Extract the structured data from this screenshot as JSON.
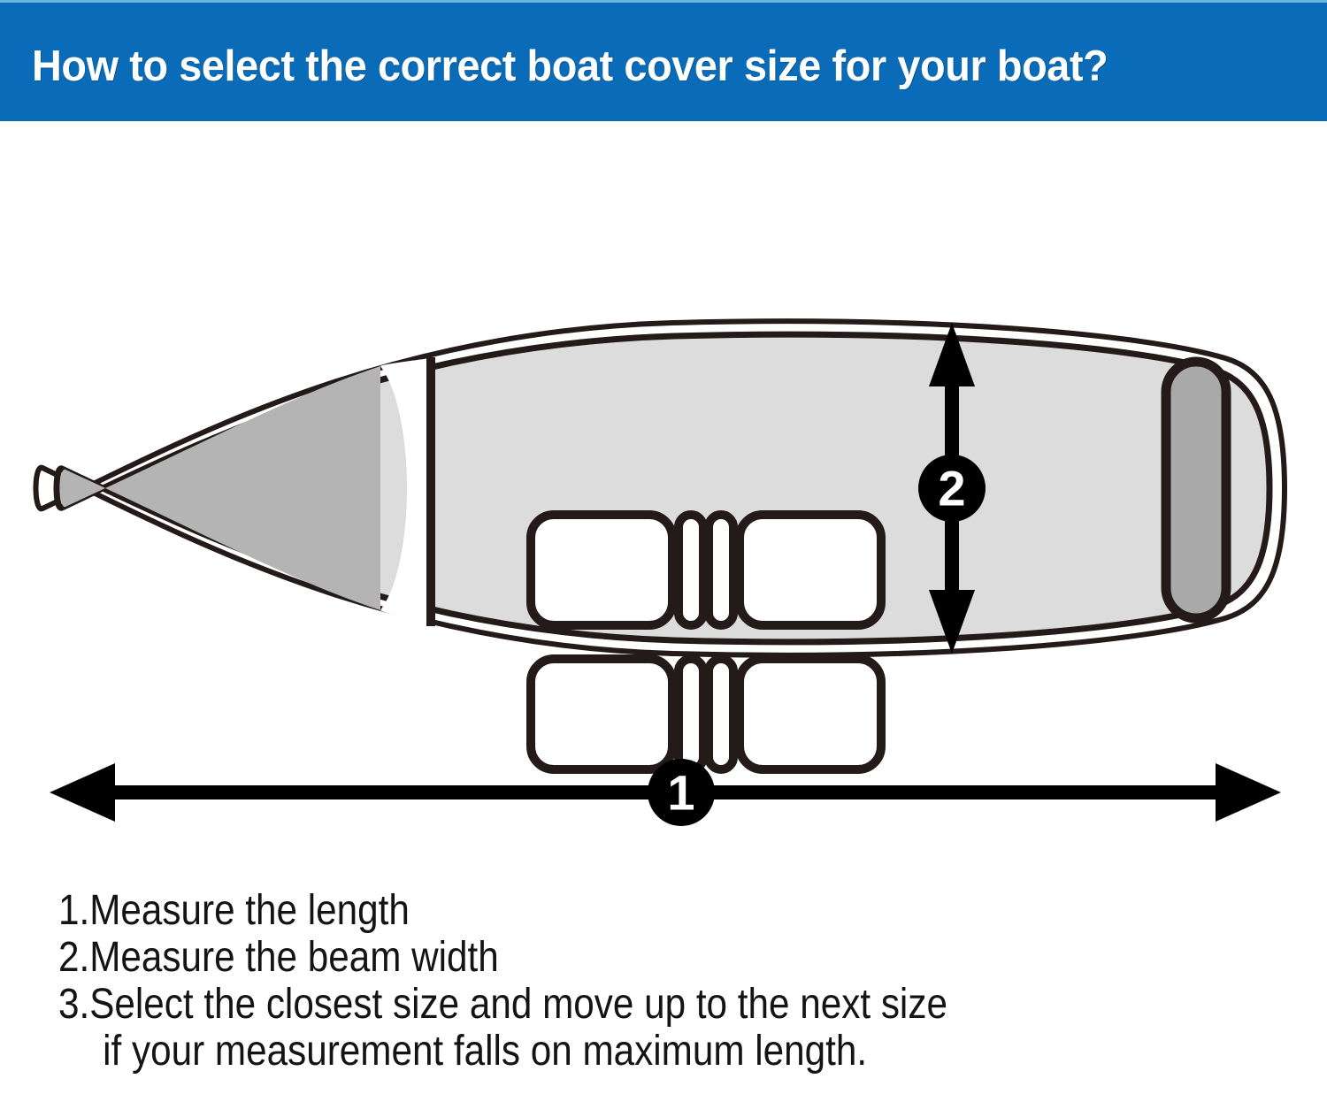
{
  "header": {
    "title": "How to select the correct boat cover size for your boat?",
    "background_color": "#0A6BB8",
    "text_color": "#FFFFFF",
    "top_rule_color": "#6FB4DC"
  },
  "diagram": {
    "name": "boat-top-view-measurement-diagram",
    "description": "Top-down outline drawing of a small open boat with bow at left and transom at right, showing two measurement arrows.",
    "colors": {
      "hull_fill": "#DCDCDC",
      "bow_deck_fill": "#B4B4B4",
      "stern_locker_fill": "#A9A9A9",
      "outline": "#231A19",
      "seat_fill": "#FFFFFF",
      "windshield_fill": "#FFFFFF",
      "arrow_color": "#000000",
      "badge_fill": "#000000",
      "badge_text_color": "#FFFFFF",
      "page_background": "#FFFFFF"
    },
    "parts": {
      "hull_label": "boat hull outline",
      "bow_deck_label": "bow deck",
      "windshield_label": "windshield",
      "bulkhead_label": "bulkhead",
      "seat_front_left_label": "front left seat",
      "seat_front_right_label": "front right seat",
      "seat_rear_left_label": "rear left seat",
      "seat_rear_right_label": "rear right seat",
      "console_bars_label": "center console bars",
      "stern_locker_label": "stern locker"
    },
    "measurements": [
      {
        "id": "1",
        "badge_label": "1",
        "badge_shape": "circle",
        "orientation": "horizontal",
        "meaning": "length",
        "arrow_heads": "double"
      },
      {
        "id": "2",
        "badge_label": "2",
        "badge_shape": "circle",
        "orientation": "vertical",
        "meaning": "beam width",
        "arrow_heads": "double"
      }
    ]
  },
  "instructions": {
    "lines": [
      {
        "text": "1.Measure the length",
        "indented": false
      },
      {
        "text": "2.Measure the beam width",
        "indented": false
      },
      {
        "text": "3.Select the closest size and move up to the next size",
        "indented": false
      },
      {
        "text": "if your measurement falls on maximum length.",
        "indented": true
      }
    ]
  }
}
